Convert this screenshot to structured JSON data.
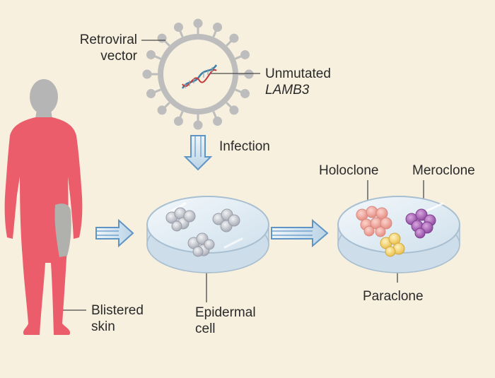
{
  "colors": {
    "background": "#f7f0de",
    "body_skin": "#ec5d6c",
    "head_gray": "#b5b5b5",
    "blister_patch": "#b0b0ad",
    "arrow_fill": "#c7dcea",
    "arrow_stroke": "#5f95c5",
    "dish_fill": "#dfeaf3",
    "dish_stroke": "#a8bfd1",
    "virus_gray": "#bdbdbd",
    "holoclone": "#ef9f95",
    "meroclone": "#a45fb3",
    "paraclone": "#f0cf6a",
    "epidermal_cell": "#b9bcc5",
    "leader_line": "#4a4a4a"
  },
  "labels": {
    "retroviral_line1": "Retroviral",
    "retroviral_line2": "vector",
    "unmutated_line1": "Unmutated",
    "unmutated_line2": "LAMB3",
    "infection": "Infection",
    "holoclone": "Holoclone",
    "meroclone": "Meroclone",
    "paraclone": "Paraclone",
    "blistered_line1": "Blistered",
    "blistered_line2": "skin",
    "epidermal_line1": "Epidermal",
    "epidermal_line2": "cell"
  }
}
